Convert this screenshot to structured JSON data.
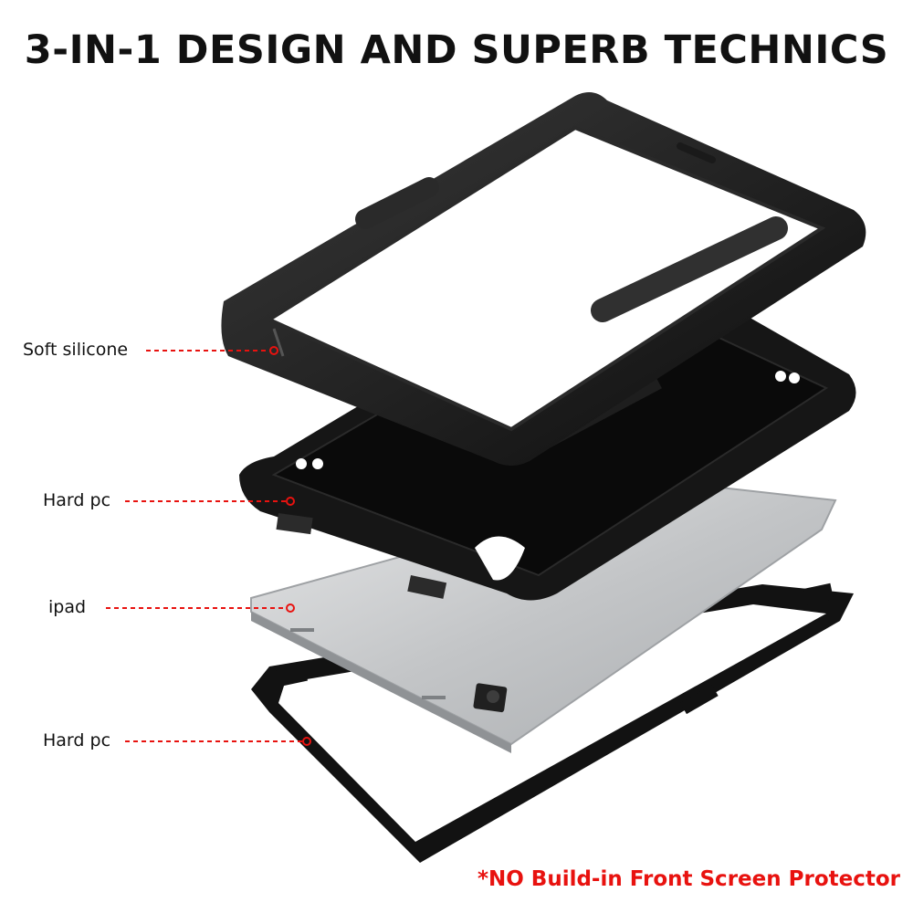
{
  "header": {
    "title": "3-IN-1 DESIGN AND SUPERB TECHNICS"
  },
  "callouts": [
    {
      "label": "Soft silicone"
    },
    {
      "label": "Hard pc"
    },
    {
      "label": "ipad"
    },
    {
      "label": "Hard pc"
    }
  ],
  "footer": {
    "note": "*NO Build-in Front Screen Protector"
  },
  "colors": {
    "accent": "#e8120f",
    "case": "#141414",
    "tablet": "#c9cbcc"
  }
}
